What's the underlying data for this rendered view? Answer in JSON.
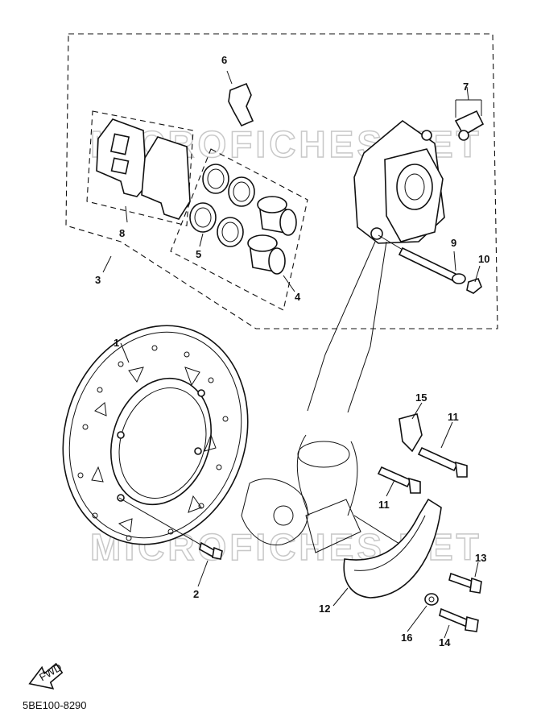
{
  "watermark": "MICROFICHES.NET",
  "diagram_code": "5BE100-8290",
  "fwd_label": "FWD",
  "callouts": {
    "c1": "1",
    "c2": "2",
    "c3": "3",
    "c4": "4",
    "c5": "5",
    "c6": "6",
    "c7": "7",
    "c8": "8",
    "c9": "9",
    "c10": "10",
    "c11a": "11",
    "c11b": "11",
    "c12": "12",
    "c13": "13",
    "c14": "14",
    "c15": "15",
    "c16": "16"
  }
}
